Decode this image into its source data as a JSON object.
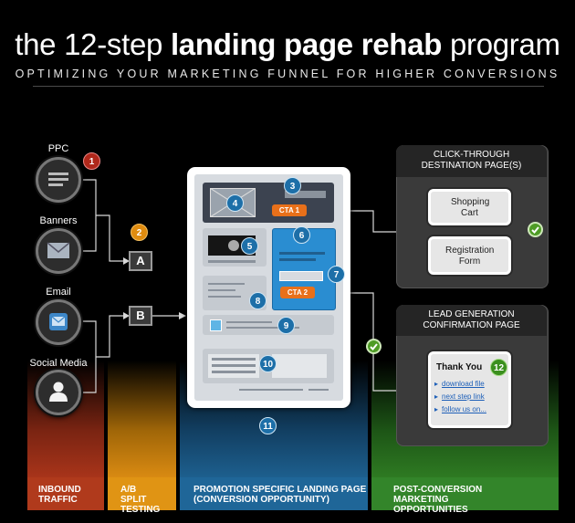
{
  "header": {
    "title_pre": "the 12-step ",
    "title_bold": "landing page rehab",
    "title_post": " program",
    "subtitle": "OPTIMIZING YOUR MARKETING FUNNEL FOR HIGHER CONVERSIONS"
  },
  "sources": [
    {
      "label": "PPC",
      "icon": "document-icon"
    },
    {
      "label": "Banners",
      "icon": "envelope-icon"
    },
    {
      "label": "Email",
      "icon": "email-icon"
    },
    {
      "label": "Social Media",
      "icon": "person-icon"
    }
  ],
  "split": {
    "a": "A",
    "b": "B"
  },
  "steps": [
    "1",
    "2",
    "3",
    "4",
    "5",
    "6",
    "7",
    "8",
    "9",
    "10",
    "11",
    "12"
  ],
  "landing": {
    "cta1": "CTA 1",
    "cta2": "CTA 2"
  },
  "click_through": {
    "title": "CLICK-THROUGH DESTINATION PAGE(S)",
    "shopping": "Shopping Cart",
    "registration": "Registration Form"
  },
  "lead_gen": {
    "title": "LEAD GENERATION CONFIRMATION PAGE",
    "thank_you": "Thank You",
    "links": [
      "download file",
      "next step link",
      "follow us on..."
    ]
  },
  "bands": [
    {
      "label": "INBOUND TRAFFIC",
      "color": "#a8341a"
    },
    {
      "label": "A/B SPLIT TESTING",
      "color": "#d98a12"
    },
    {
      "label": "PROMOTION SPECIFIC LANDING PAGE (CONVERSION OPPORTUNITY)",
      "color": "#1d5f8e"
    },
    {
      "label": "POST-CONVERSION MARKETING OPPORTUNITIES",
      "color": "#2e7a22"
    }
  ]
}
